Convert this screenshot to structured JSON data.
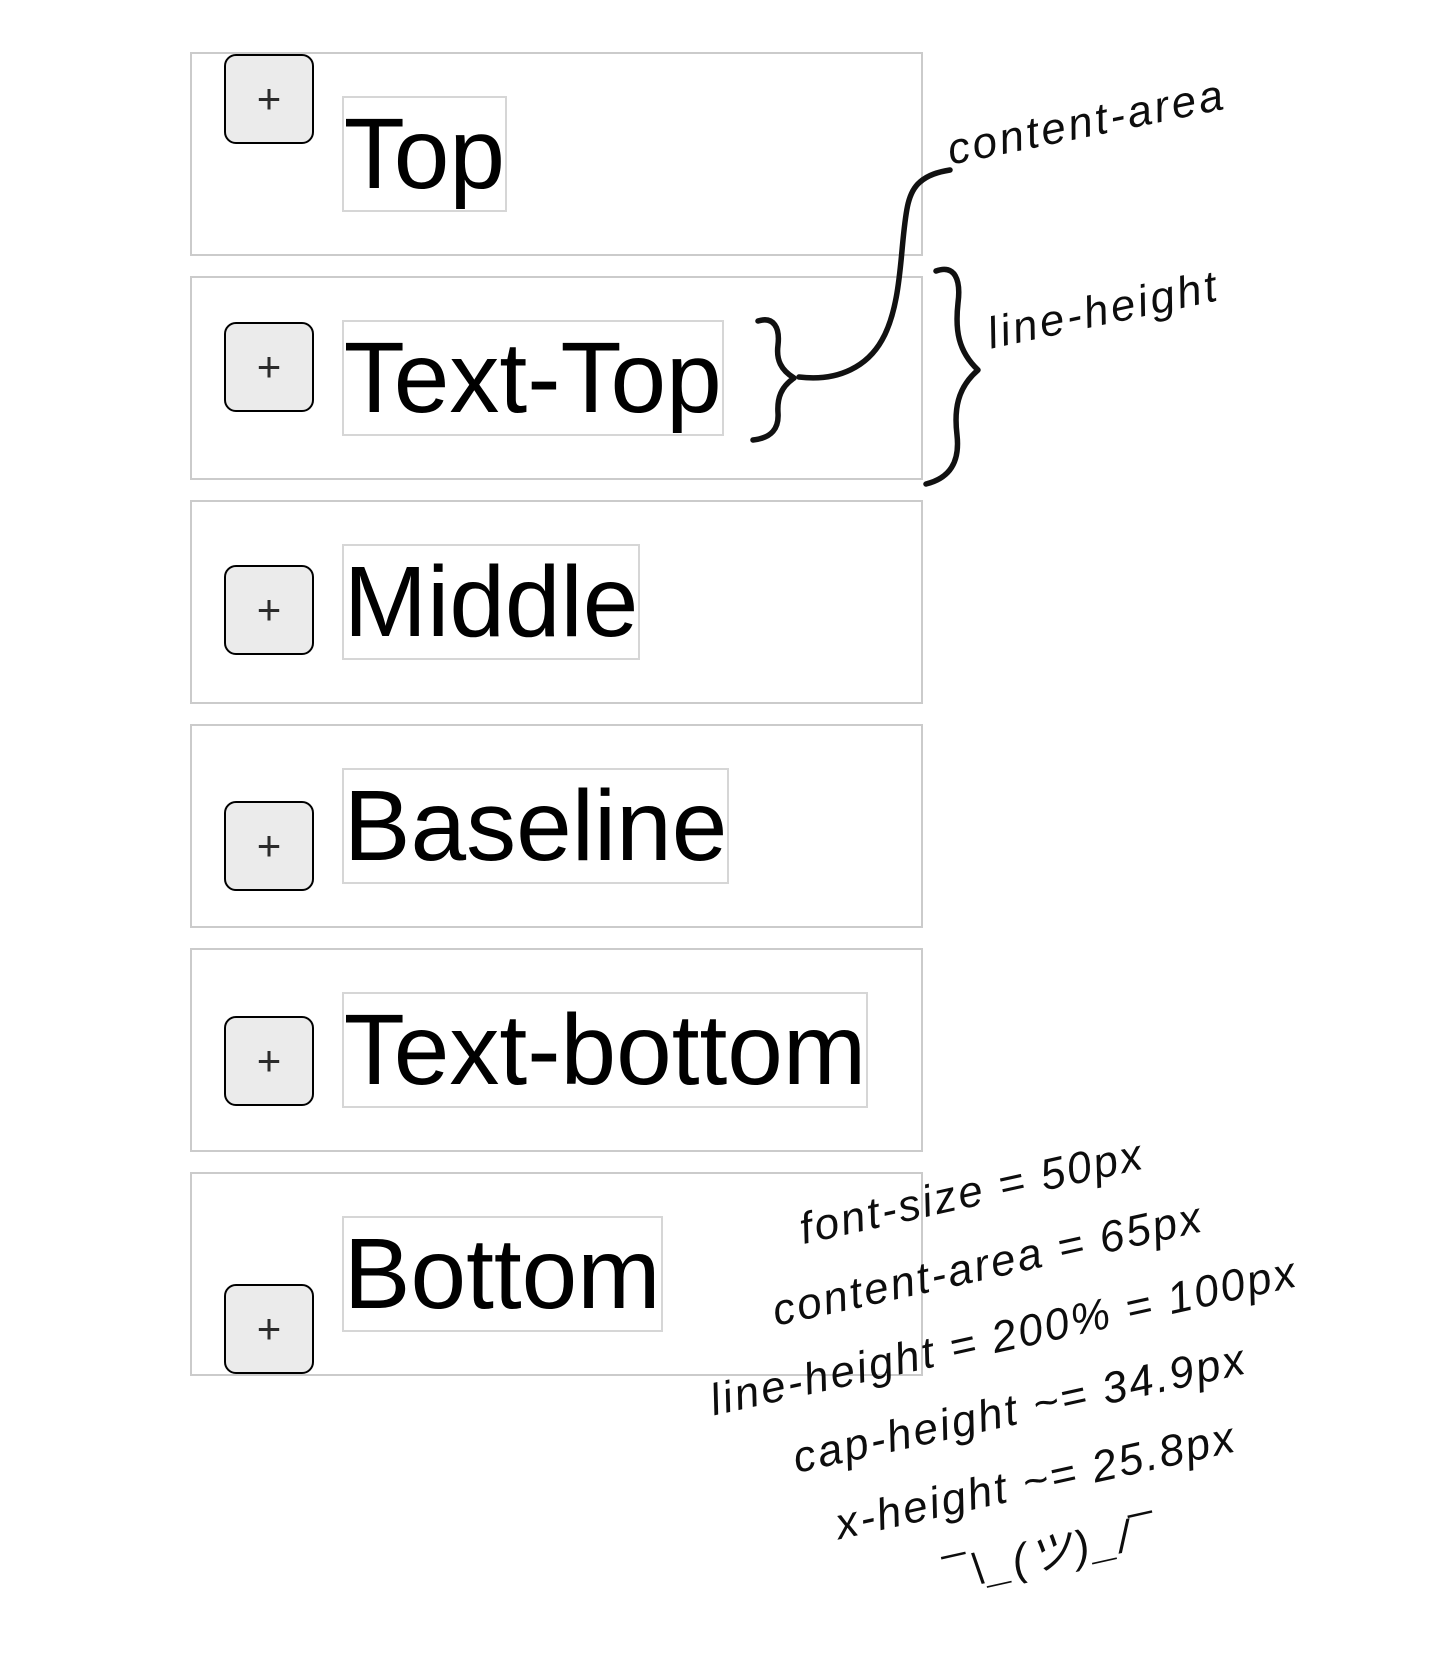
{
  "button_label": "+",
  "rows": [
    {
      "label": "Top",
      "align": "top"
    },
    {
      "label": "Text-Top",
      "align": "text-top"
    },
    {
      "label": "Middle",
      "align": "middle"
    },
    {
      "label": "Baseline",
      "align": "baseline"
    },
    {
      "label": "Text-bottom",
      "align": "text-bottom"
    },
    {
      "label": "Bottom",
      "align": "bottom"
    }
  ],
  "callouts": {
    "content_area": "content-area",
    "line_height": "line-height"
  },
  "metrics_notes": [
    "font-size = 50px",
    "content-area = 65px",
    "line-height = 200% = 100px",
    "cap-height ~= 34.9px",
    "x-height ~= 25.8px",
    "¯\\_(ツ)_/¯"
  ],
  "colors": {
    "row_border": "#cbcbcb",
    "text_box_border": "#d6d6d6",
    "button_bg": "#ebebeb",
    "button_border": "#000000",
    "ink": "#111111",
    "text": "#000000"
  }
}
